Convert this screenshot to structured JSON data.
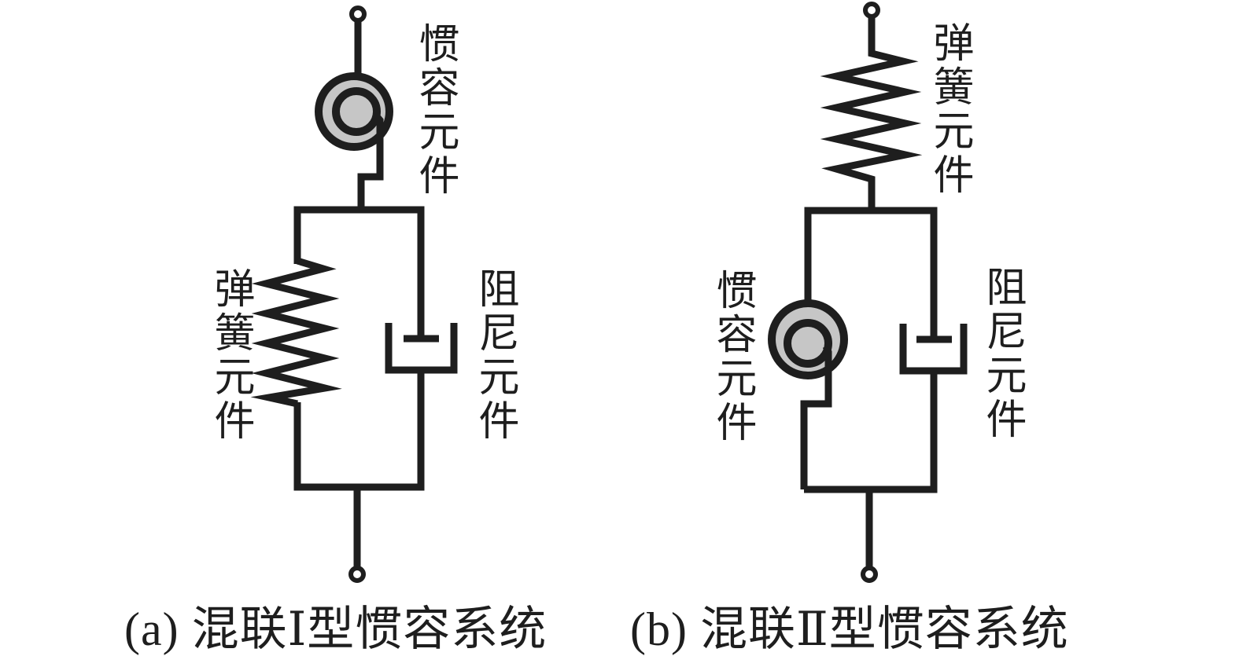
{
  "figure": {
    "background": "#ffffff",
    "line_color": "#1e1e1e",
    "inerter_fill": "#c6c6c6",
    "terminal_fill": "#ffffff"
  },
  "diagram_a": {
    "caption": "(a) 混联Ⅰ型惯容系统",
    "labels": {
      "inerter": "惯容元件",
      "spring": "弹簧元件",
      "damper": "阻尼元件"
    }
  },
  "diagram_b": {
    "caption": "(b) 混联Ⅱ型惯容系统",
    "labels": {
      "spring": "弹簧元件",
      "inerter": "惯容元件",
      "damper": "阻尼元件"
    }
  }
}
